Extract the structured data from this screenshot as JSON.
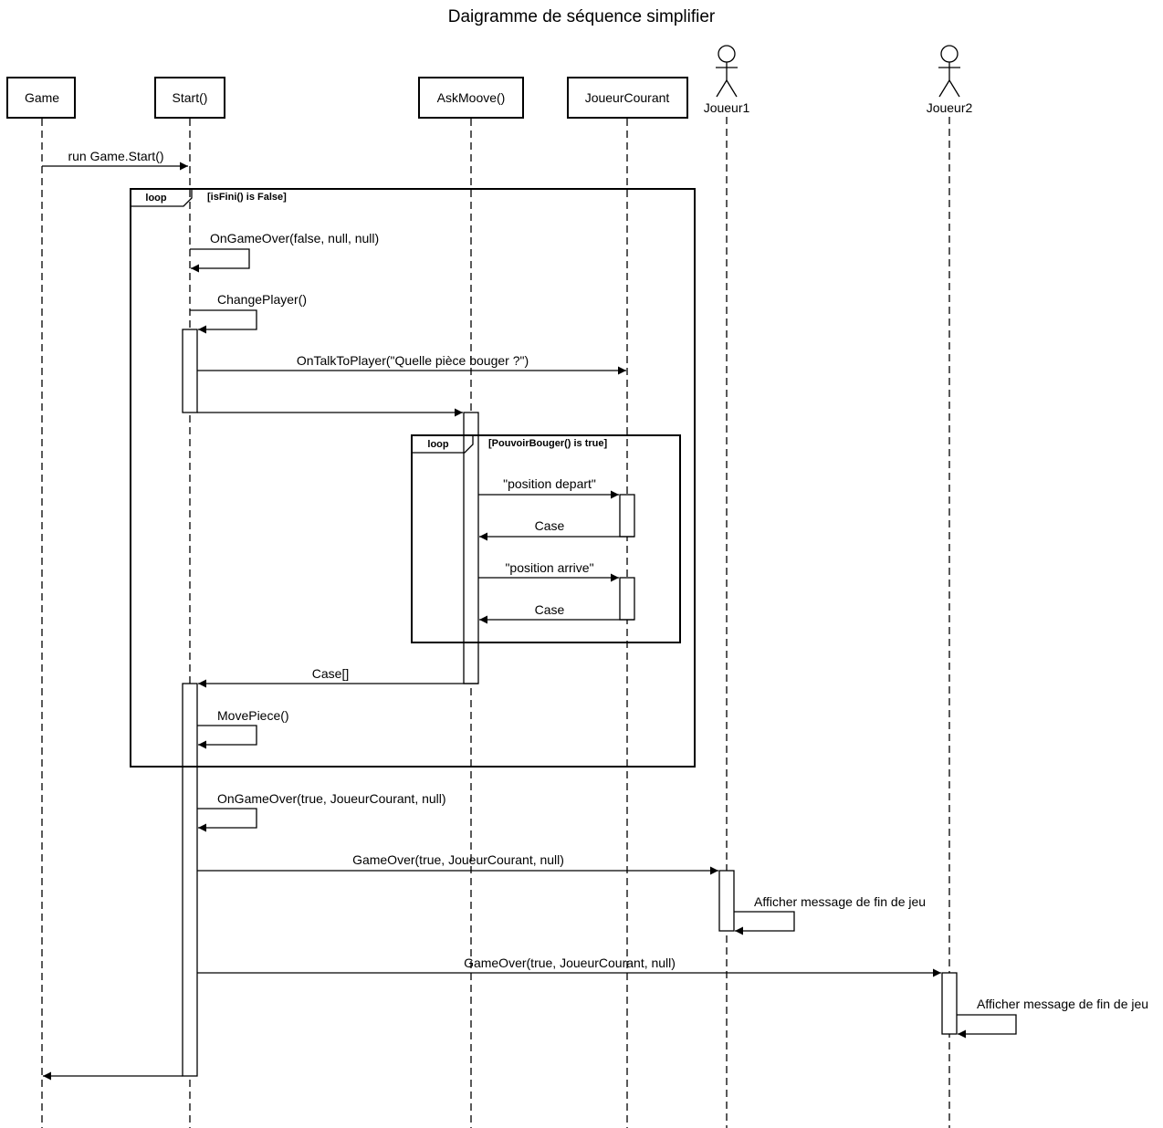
{
  "title": "Daigramme de séquence simplifier",
  "participants": {
    "game": "Game",
    "start": "Start()",
    "askmoove": "AskMoove()",
    "joueur_courant": "JoueurCourant",
    "joueur1": "Joueur1",
    "joueur2": "Joueur2"
  },
  "loops": {
    "outer": {
      "tag": "loop",
      "guard": "[isFini() is False]"
    },
    "inner": {
      "tag": "loop",
      "guard": "[PouvoirBouger() is true]"
    }
  },
  "messages": {
    "run_start": "run Game.Start()",
    "on_game_over_false": "OnGameOver(false, null, null)",
    "change_player": "ChangePlayer()",
    "on_talk": "OnTalkToPlayer(\"Quelle pièce bouger ?\")",
    "position_depart": "\"position depart\"",
    "case_1": "Case",
    "position_arrive": "\"position arrive\"",
    "case_2": "Case",
    "case_array": "Case[]",
    "move_piece": "MovePiece()",
    "on_game_over_true": "OnGameOver(true, JoueurCourant, null)",
    "game_over_j1": "GameOver(true, JoueurCourant, null)",
    "afficher_j1": "Afficher message de fin de jeu",
    "game_over_j2": "GameOver(true, JoueurCourant, null)",
    "afficher_j2": "Afficher message de fin de jeu"
  }
}
